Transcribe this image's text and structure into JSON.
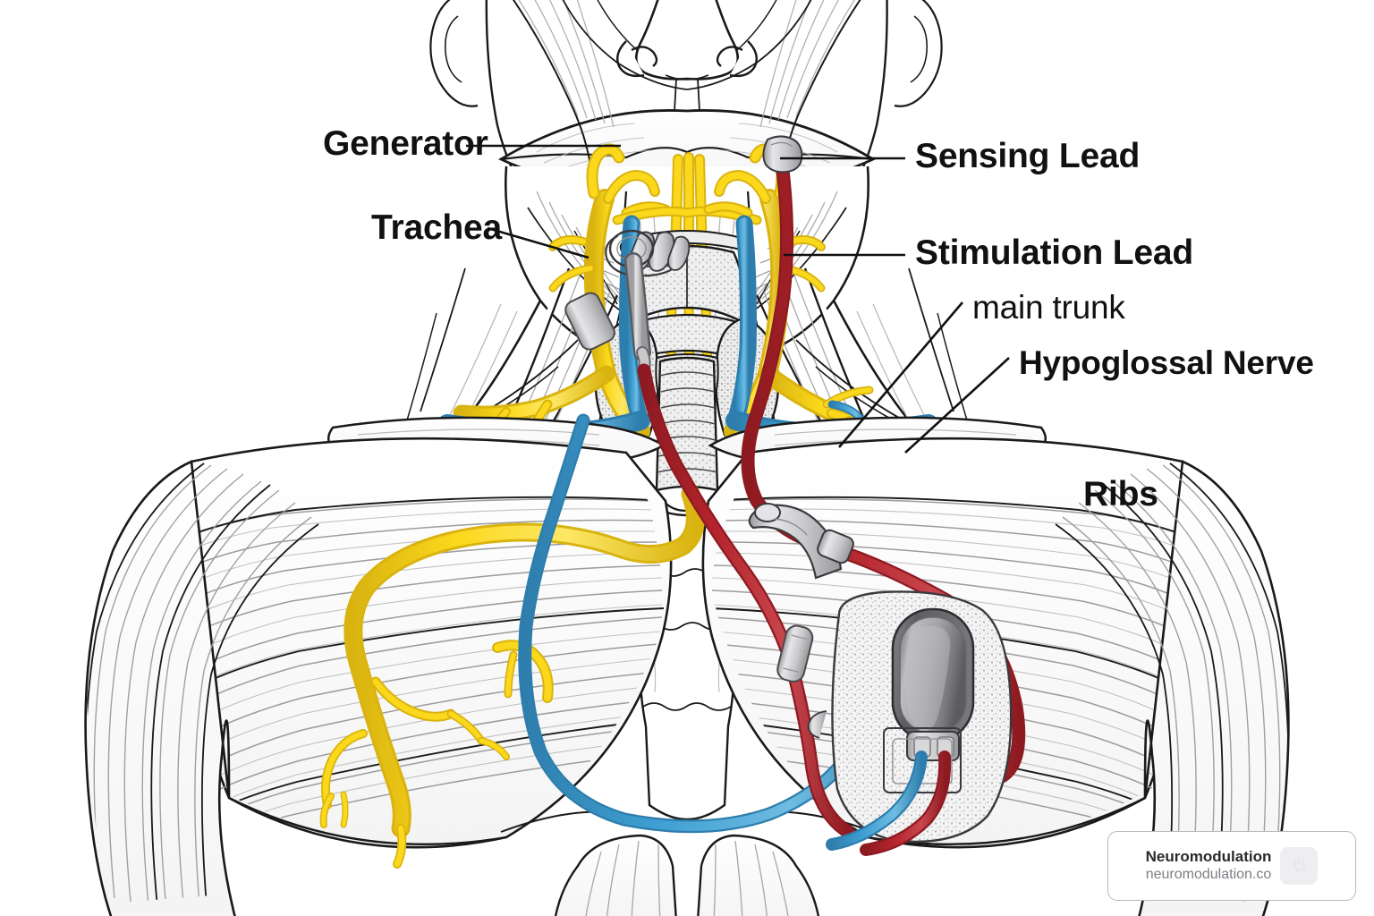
{
  "illustration": {
    "subject": "Hypoglossal nerve stimulator implant — anterior head, neck and chest anatomy",
    "background_color": "#ffffff"
  },
  "labels": [
    {
      "id": "generator",
      "text": "Generator"
    },
    {
      "id": "trachea",
      "text": "Trachea"
    },
    {
      "id": "sensing",
      "text": "Sensing Lead"
    },
    {
      "id": "stimulation",
      "text": "Stimulation Lead"
    },
    {
      "id": "main_trunk",
      "text": "main trunk"
    },
    {
      "id": "hypoglossal",
      "text": "Hypoglossal Nerve"
    },
    {
      "id": "ribs",
      "text": "Ribs"
    }
  ],
  "colors": {
    "nerve_yellow": "#FBD81B",
    "nerve_yellow_shadow": "#D9B310",
    "vein_blue": "#3F9FD3",
    "vein_blue_shadow": "#2E7EAD",
    "lead_red": "#B5242C",
    "lead_red_shadow": "#8E1A21",
    "device_gray": "#9A9A9E",
    "device_gray_dark": "#5E5E62",
    "hardware_gray": "#D4D4D6",
    "outline": "#1a1a1a",
    "muscle_shade": "#9b9b9b",
    "pocket_fill": "#f2f2f2"
  },
  "watermark": {
    "title": "Neuromodulation",
    "url": "neuromodulation.co",
    "icon": "power-icon"
  },
  "anatomy_parts": [
    "nose",
    "lips",
    "mandible",
    "tongue muscles",
    "sternocleidomastoid",
    "thyroid gland",
    "trachea",
    "hyoid bone",
    "clavicle",
    "pectoralis major",
    "deltoid",
    "ribs",
    "rectus abdominis"
  ],
  "implant_components": [
    "pulse generator",
    "stimulation lead cuff",
    "sensing lead",
    "lead anchor",
    "strain relief loop"
  ]
}
